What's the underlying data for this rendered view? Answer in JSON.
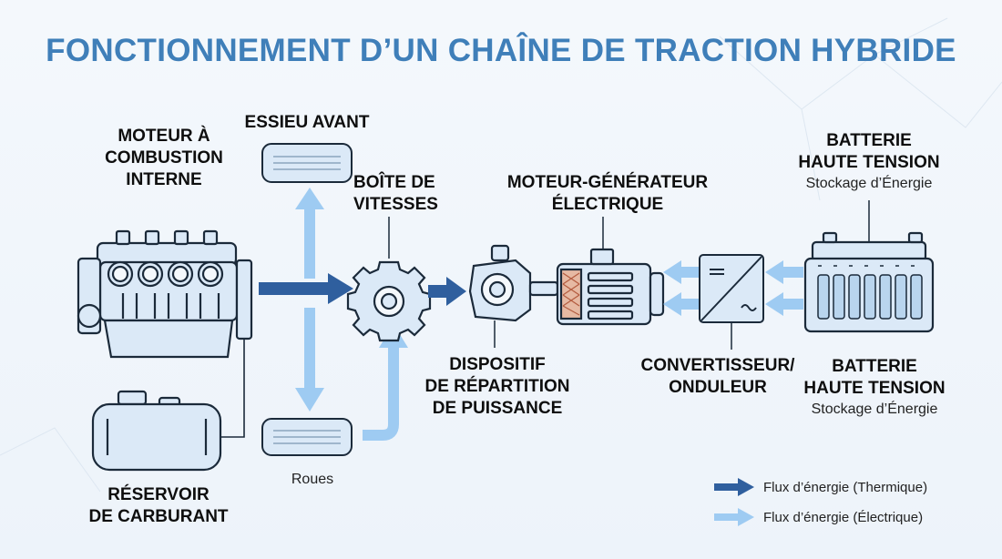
{
  "title": "FONCTIONNEMENT D’UN CHAÎNE DE TRACTION HYBRIDE",
  "components": {
    "engine": [
      "MOTEUR À",
      "COMBUSTION",
      "INTERNE"
    ],
    "front_axle": "ESSIEU AVANT",
    "gearbox": [
      "BOÎTE DE",
      "VITESSES"
    ],
    "motor_generator": [
      "MOTEUR-GÉNÉRATEUR",
      "ÉLECTRIQUE"
    ],
    "battery_top": {
      "name": [
        "BATTERIE",
        "HAUTE TENSION"
      ],
      "sub": "Stockage d’Énergie"
    },
    "power_split": [
      "DISPOSITIF",
      "DE RÉPARTITION",
      "DE PUISSANCE"
    ],
    "converter": [
      "CONVERTISSEUR/",
      "ONDULEUR"
    ],
    "battery_bottom": {
      "name": [
        "BATTERIE",
        "HAUTE TENSION"
      ],
      "sub": "Stockage d’Énergie"
    },
    "fuel_tank": [
      "RÉSERVOIR",
      "DE CARBURANT"
    ],
    "wheels": "Roues"
  },
  "legend": {
    "thermal": "Flux d’énergie (Thermique)",
    "electric": "Flux d’énergie (Électrique)"
  },
  "colors": {
    "title": "#3f7fb9",
    "thermal_flow": "#2f5f9e",
    "electric_flow": "#9ecbf2",
    "component_fill": "#dbe9f7",
    "component_stroke": "#1b2a3a"
  }
}
